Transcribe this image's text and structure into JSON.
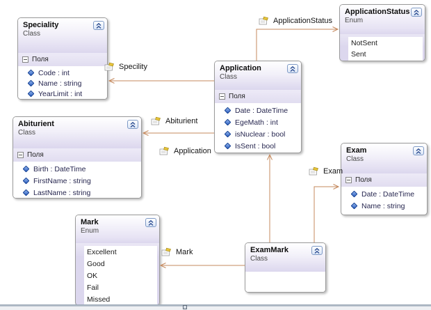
{
  "diagram": {
    "boxes": [
      {
        "name": "Speciality",
        "kind": "Class",
        "section": "Поля",
        "members": [
          "Code : int",
          "Name : string",
          "YearLimit : int"
        ]
      },
      {
        "name": "ApplicationStatus",
        "kind": "Enum",
        "literals": [
          "NotSent",
          "Sent"
        ]
      },
      {
        "name": "Application",
        "kind": "Class",
        "section": "Поля",
        "members": [
          "Date : DateTime",
          "EgeMath : int",
          "isNuclear : bool",
          "IsSent : bool"
        ]
      },
      {
        "name": "Abiturient",
        "kind": "Class",
        "section": "Поля",
        "members": [
          "Birth : DateTime",
          "FirstName : string",
          "LastName : string"
        ]
      },
      {
        "name": "Exam",
        "kind": "Class",
        "section": "Поля",
        "members": [
          "Date : DateTime",
          "Name : string"
        ]
      },
      {
        "name": "Mark",
        "kind": "Enum",
        "literals": [
          "Excellent",
          "Good",
          "OK",
          "Fail",
          "Missed"
        ]
      },
      {
        "name": "ExamMark",
        "kind": "Class"
      }
    ],
    "associations": [
      {
        "label": "Specility"
      },
      {
        "label": "ApplicationStatus"
      },
      {
        "label": "Abiturient"
      },
      {
        "label": "Application"
      },
      {
        "label": "Exam"
      },
      {
        "label": "Mark"
      }
    ],
    "colors": {
      "connector": "#c4885c",
      "header_tint": "#dcd7ee",
      "field_icon_blue": "#1d52bb",
      "assoc_icon_yellow": "#e9c63b"
    }
  }
}
